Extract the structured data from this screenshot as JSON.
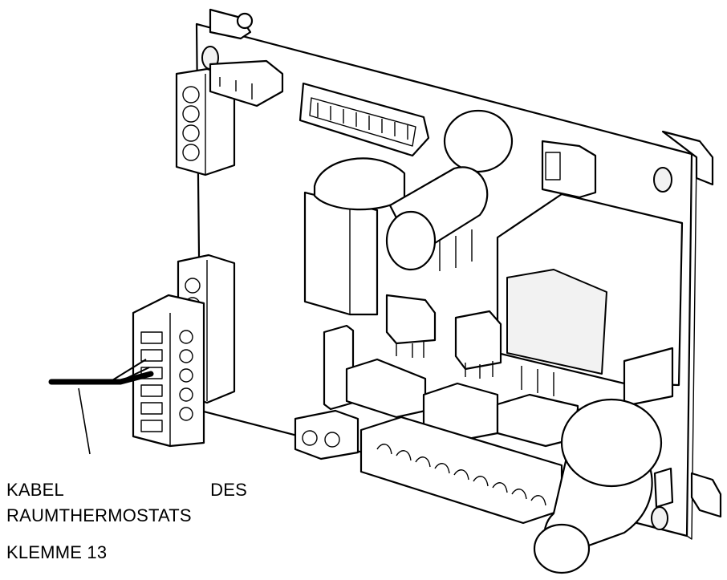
{
  "caption": {
    "word_a": "KABEL",
    "word_b": "DES",
    "line2": "RAUMTHERMOSTATS",
    "line3": "KLEMME 13"
  }
}
